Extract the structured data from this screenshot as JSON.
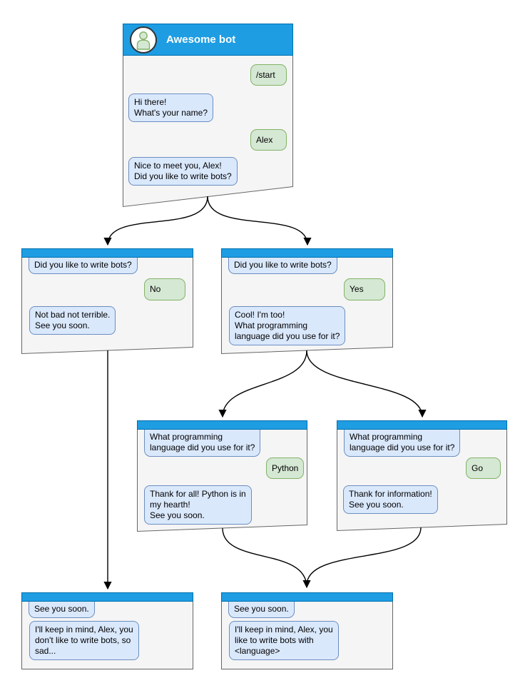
{
  "diagram": {
    "bot_title": "Awesome bot",
    "icons": {
      "avatar": "person-icon"
    },
    "colors": {
      "header_fill": "#1e9de2",
      "header_stroke": "#006eaf",
      "window_fill": "#f5f5f5",
      "window_stroke": "#666666",
      "bot_bubble_fill": "#dae8fc",
      "bot_bubble_stroke": "#6c8ebf",
      "user_bubble_fill": "#d5e8d4",
      "user_bubble_stroke": "#82b366",
      "arrow": "#000000"
    },
    "boxes": [
      {
        "name": "start-window",
        "messages": [
          {
            "side": "user",
            "text": "/start"
          },
          {
            "side": "bot",
            "text": "Hi there!\nWhat's your name?"
          },
          {
            "side": "user",
            "text": "Alex"
          },
          {
            "side": "bot",
            "text": "Nice to meet you, Alex!\nDid you like to write bots?"
          }
        ]
      },
      {
        "name": "branch-no",
        "messages": [
          {
            "side": "bot",
            "text": "Did you like to write bots?"
          },
          {
            "side": "user",
            "text": "No"
          },
          {
            "side": "bot",
            "text": "Not bad not terrible.\nSee you soon."
          }
        ]
      },
      {
        "name": "branch-yes",
        "messages": [
          {
            "side": "bot",
            "text": "Did you like to write bots?"
          },
          {
            "side": "user",
            "text": "Yes"
          },
          {
            "side": "bot",
            "text": "Cool! I'm too!\nWhat programming\nlanguage did you use for it?"
          }
        ]
      },
      {
        "name": "language-python",
        "messages": [
          {
            "side": "bot",
            "text": "What programming\nlanguage did you use for it?"
          },
          {
            "side": "user",
            "text": "Python"
          },
          {
            "side": "bot",
            "text": "Thank for all! Python is in\nmy hearth!\nSee you soon."
          }
        ]
      },
      {
        "name": "language-go",
        "messages": [
          {
            "side": "bot",
            "text": "What programming\nlanguage did you use for it?"
          },
          {
            "side": "user",
            "text": "Go"
          },
          {
            "side": "bot",
            "text": "Thank for information!\nSee you soon."
          }
        ]
      },
      {
        "name": "end-no",
        "messages": [
          {
            "side": "bot",
            "text": "See you soon."
          },
          {
            "side": "bot",
            "text": "I'll keep in mind, Alex, you\ndon't like to write bots, so\nsad..."
          }
        ]
      },
      {
        "name": "end-yes",
        "messages": [
          {
            "side": "bot",
            "text": "See you soon."
          },
          {
            "side": "bot",
            "text": "I'll keep in mind, Alex, you\nlike to write bots with\n<language>"
          }
        ]
      }
    ]
  }
}
